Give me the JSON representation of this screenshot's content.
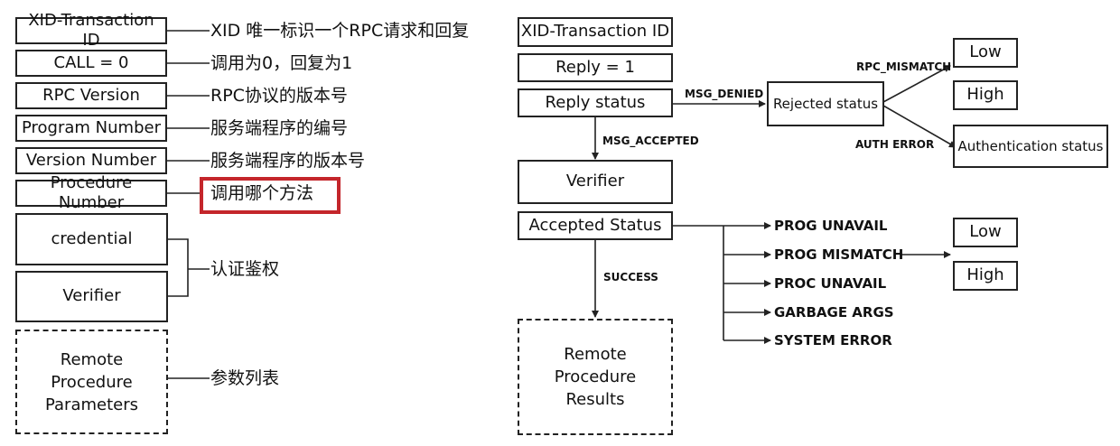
{
  "left": {
    "fields": [
      {
        "label": "XID-Transaction ID",
        "desc": "XID 唯一标识一个RPC请求和回复"
      },
      {
        "label": "CALL = 0",
        "desc": "调用为0，回复为1"
      },
      {
        "label": "RPC Version",
        "desc": "RPC协议的版本号"
      },
      {
        "label": "Program Number",
        "desc": "服务端程序的编号"
      },
      {
        "label": "Version Number",
        "desc": "服务端程序的版本号"
      },
      {
        "label": "Procedure Number",
        "desc": "调用哪个方法"
      }
    ],
    "auth": {
      "credential": "credential",
      "verifier": "Verifier",
      "desc": "认证鉴权"
    },
    "params": {
      "label": "Remote\nProcedure\nParameters",
      "desc": "参数列表"
    }
  },
  "right": {
    "xid": "XID-Transaction ID",
    "reply": "Reply = 1",
    "reply_status": "Reply status",
    "msg_denied": "MSG_DENIED",
    "msg_accepted": "MSG_ACCEPTED",
    "rejected_status": "Rejected status",
    "rpc_mismatch": "RPC_MISMATCH",
    "auth_error": "AUTH ERROR",
    "low1": "Low",
    "high1": "High",
    "authentication_status": "Authentication status",
    "verifier": "Verifier",
    "accepted_status": "Accepted Status",
    "success": "SUCCESS",
    "statuses": [
      "PROG UNAVAIL",
      "PROG MISMATCH",
      "PROC UNAVAIL",
      "GARBAGE ARGS",
      "SYSTEM ERROR"
    ],
    "low2": "Low",
    "high2": "High",
    "results": "Remote\nProcedure\nResults"
  },
  "colors": {
    "line": "#222222",
    "highlight": "#c4262b"
  }
}
